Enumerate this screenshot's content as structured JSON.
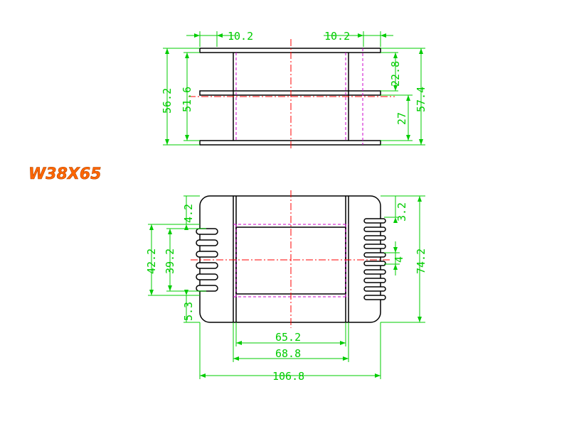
{
  "title": "W38X65",
  "colors": {
    "outline": "#000000",
    "dimension": "#00cc00",
    "centerline": "#ff0000",
    "hidden": "#cc00cc",
    "title": "#ff6600"
  },
  "top_view": {
    "dims": {
      "left_flange_width": "10.2",
      "right_flange_width": "10.2",
      "outer_height_left": "56.2",
      "inner_height_left": "51.6",
      "upper_gap_right": "22.8",
      "lower_gap_right": "27",
      "outer_height_right": "57.4"
    }
  },
  "bottom_view": {
    "dims": {
      "top_offset_left": "4.2",
      "pin_span_outer": "42.2",
      "pin_span_inner": "39.2",
      "bottom_offset_left": "5.3",
      "top_offset_right": "3.2",
      "pin_pitch_right": "4",
      "overall_height": "74.2",
      "inner_width": "65.2",
      "flange_width": "68.8",
      "overall_width": "106.8"
    }
  }
}
